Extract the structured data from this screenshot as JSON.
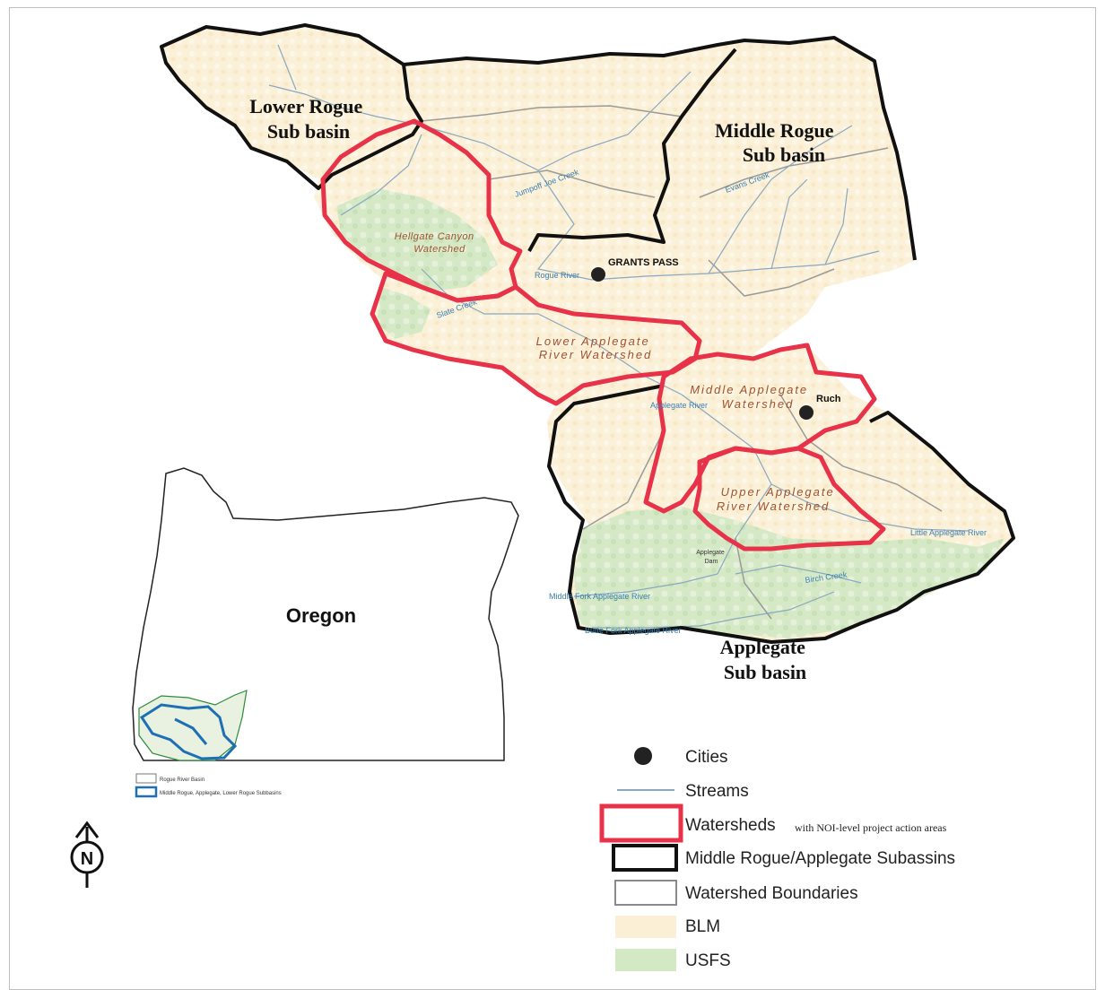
{
  "subbasins": {
    "lower_rogue": [
      "Lower Rogue",
      "Sub basin"
    ],
    "middle_rogue": [
      "Middle Rogue",
      "Sub basin"
    ],
    "applegate": [
      "Applegate",
      "Sub basin"
    ]
  },
  "watersheds": {
    "hellgate": [
      "Hellgate Canyon",
      "Watershed"
    ],
    "lower_applegate": [
      "Lower Applegate",
      "River Watershed"
    ],
    "middle_applegate": [
      "Middle Applegate",
      "Watershed"
    ],
    "upper_applegate": [
      "Upper Applegate",
      "River Watershed"
    ]
  },
  "cities": {
    "grants_pass": "GRANTS PASS",
    "ruch": "Ruch"
  },
  "features": {
    "applegate_dam": [
      "Applegate",
      "Dam"
    ]
  },
  "streams": {
    "rogue_river": "Rogue River",
    "little_applegate": "Little Applegate River",
    "middle_fork_applegate": "Middle Fork Applegate River",
    "butte_fork_applegate": "Butte Fork Applegate River",
    "applegate_river": "Applegate River",
    "slate_creek": "Slate Creek",
    "birch_creek": "Birch Creek",
    "jumpoff_joe": "Jumpoff Joe Creek",
    "evans_creek": "Evans Creek"
  },
  "inset": {
    "state_label": "Oregon",
    "legend": [
      "Rogue River Basin",
      "Middle Rogue, Applegate, Lower Rogue Subbasins"
    ]
  },
  "legend": {
    "items": [
      {
        "label": "Cities",
        "note": ""
      },
      {
        "label": "Streams",
        "note": ""
      },
      {
        "label": "Watersheds",
        "note": "with NOI-level project action areas"
      },
      {
        "label": "Middle Rogue/Applegate Subassins",
        "note": ""
      },
      {
        "label": "Watershed Boundaries",
        "note": ""
      },
      {
        "label": "BLM",
        "note": ""
      },
      {
        "label": "USFS",
        "note": ""
      }
    ]
  },
  "north_arrow": "N",
  "colors": {
    "blm": "#fdf3dc",
    "usfs": "#d3e9c4",
    "watershed_red": "#e8324a",
    "subbasin_black": "#111111",
    "stream_blue": "#8aa8c0",
    "inset_blue": "#1f6fb5"
  }
}
